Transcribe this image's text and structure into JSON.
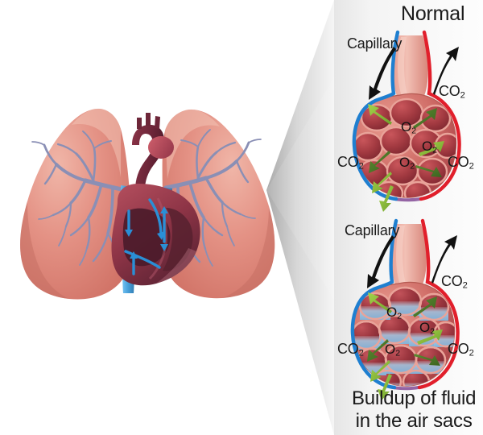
{
  "figure": {
    "kind": "medical-illustration",
    "subject": "lungs-heart-alveoli-pulmonary-edema",
    "background_color": "#ffffff"
  },
  "panels": {
    "top": {
      "title": "Normal",
      "capillary_label": "Capillary",
      "co2_labels": [
        "CO2",
        "CO2",
        "CO2"
      ],
      "o2_labels": [
        "O2",
        "O2",
        "O2"
      ]
    },
    "bottom": {
      "capillary_label": "Capillary",
      "co2_labels": [
        "CO2",
        "CO2",
        "CO2"
      ],
      "o2_labels": [
        "O2",
        "O2",
        "O2"
      ],
      "caption_line1": "Buildup of fluid",
      "caption_line2": "in the air sacs"
    }
  },
  "text": {
    "normal_title": "Normal",
    "capillary": "Capillary",
    "co2": "CO",
    "co2_sub": "2",
    "o2": "O",
    "o2_sub": "2",
    "caption_line1": "Buildup of fluid",
    "caption_line2": "in the air sacs"
  },
  "colors": {
    "lung_fill": "#e28a7c",
    "lung_fill_light": "#edb3a6",
    "bronchi": "#8a8fb5",
    "heart_dark": "#6b2b3e",
    "heart_mid": "#a8495a",
    "heart_light": "#c9636f",
    "vein_blue": "#3a9ad9",
    "artery_red": "#e11f2b",
    "capillary_blue": "#1f7fd0",
    "alveolus_pink": "#e8978c",
    "alveolus_deep": "#a33a41",
    "alveolus_dark": "#8e2f38",
    "fluid_blue": "#a8cde8",
    "arrow_green_light": "#8cc63f",
    "arrow_green_dark": "#4d7a2a",
    "wedge_gray_start": "#9a9a9a",
    "wedge_gray_end": "#f2f2f2",
    "panel_gray": "#efefef",
    "text": "#1a1a1a"
  }
}
